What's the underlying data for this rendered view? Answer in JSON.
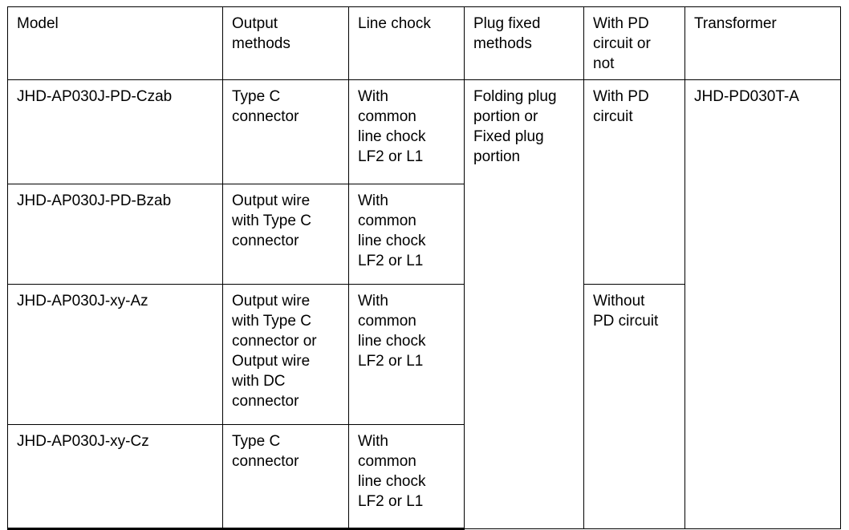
{
  "table": {
    "columns": [
      {
        "key": "model",
        "header": "Model"
      },
      {
        "key": "output",
        "header": "Output\nmethods"
      },
      {
        "key": "chock",
        "header": "Line chock"
      },
      {
        "key": "plug",
        "header": "Plug fixed\nmethods"
      },
      {
        "key": "pd",
        "header": "With PD\ncircuit or\nnot"
      },
      {
        "key": "transformer",
        "header": "Transformer"
      }
    ],
    "rows": [
      {
        "model": "JHD-AP030J-PD-Czab",
        "output": "Type C\nconnector",
        "chock": "With\ncommon\nline chock\nLF2 or L1"
      },
      {
        "model": "JHD-AP030J-PD-Bzab",
        "output": "Output wire\nwith Type C\nconnector",
        "chock": "With\ncommon\nline chock\nLF2 or L1"
      },
      {
        "model": "JHD-AP030J-xy-Az",
        "output": "Output wire\nwith Type C\nconnector or\nOutput wire\nwith DC\nconnector",
        "chock": "With\ncommon\nline chock\nLF2 or L1"
      },
      {
        "model": "JHD-AP030J-xy-Cz",
        "output": "Type C\nconnector",
        "chock": "With\ncommon\nline chock\nLF2 or L1"
      }
    ],
    "merged_cells": {
      "plug_fixed_methods": "Folding plug\nportion or\nFixed plug\nportion",
      "pd_circuit_with": "With PD\ncircuit",
      "pd_circuit_without": "Without\nPD circuit",
      "transformer": "JHD-PD030T-A"
    }
  },
  "colors": {
    "border": "#000000",
    "text": "#000000",
    "background": "#ffffff"
  }
}
